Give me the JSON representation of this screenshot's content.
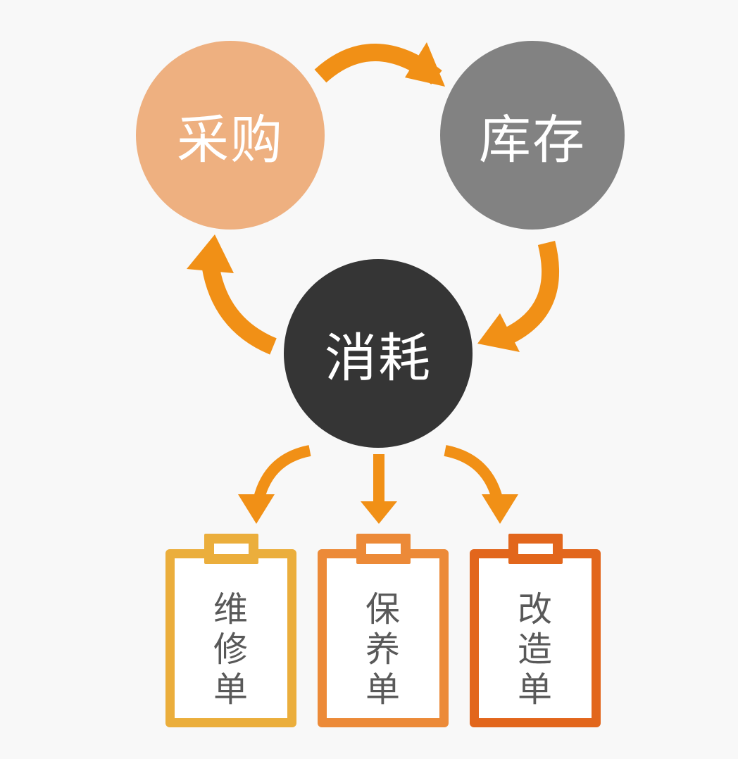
{
  "nodes": {
    "purchase": {
      "label": "采购",
      "color": "#eeb080"
    },
    "inventory": {
      "label": "库存",
      "color": "#828282"
    },
    "consumption": {
      "label": "消耗",
      "color": "#353535"
    }
  },
  "documents": [
    {
      "label": "维\n修\n单",
      "color": "#ebae3c"
    },
    {
      "label": "保\n养\n单",
      "color": "#ec8a38"
    },
    {
      "label": "改\n造\n单",
      "color": "#e2661c"
    }
  ],
  "arrow_color": "#f19016"
}
